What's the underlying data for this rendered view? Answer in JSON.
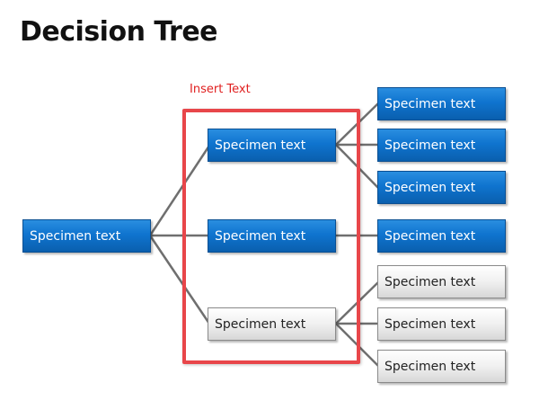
{
  "title": "Decision Tree",
  "callout": "Insert Text",
  "nodes": {
    "root": "Specimen text",
    "mid_top": "Specimen text",
    "mid_middle": "Specimen text",
    "mid_bottom": "Specimen text",
    "leaf_1": "Specimen text",
    "leaf_2": "Specimen text",
    "leaf_3": "Specimen text",
    "leaf_4": "Specimen text",
    "leaf_5": "Specimen text",
    "leaf_6": "Specimen text",
    "leaf_7": "Specimen text"
  },
  "colors": {
    "blue_node": "#0f74cf",
    "gray_node": "#e6e6e6",
    "connector": "#6f6f6f",
    "highlight_frame": "#e8464a",
    "callout_text": "#e02020"
  }
}
